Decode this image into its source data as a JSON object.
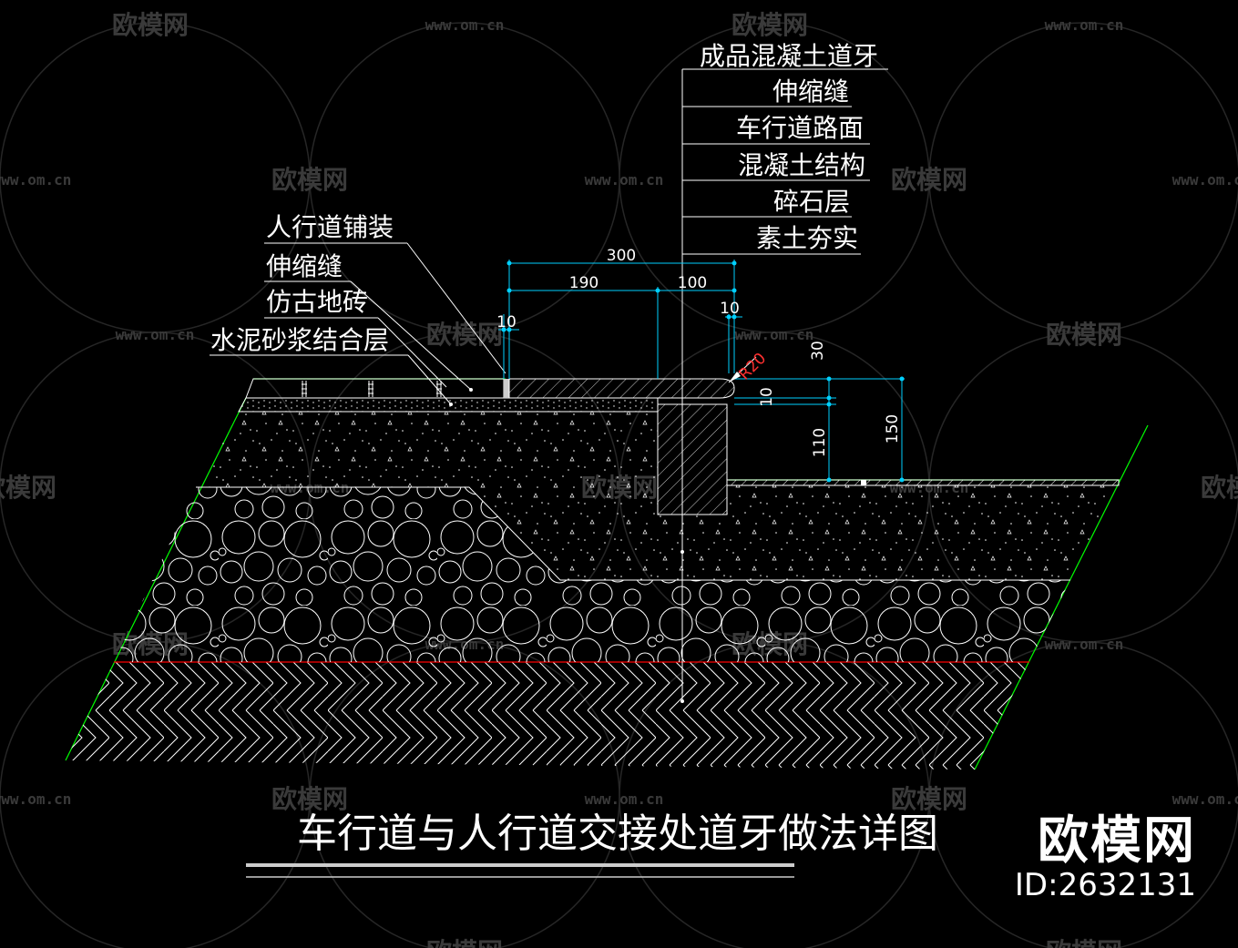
{
  "watermark": {
    "brand": "欧模网",
    "url": "www.om.cn"
  },
  "labels_right": [
    "成品混凝土道牙",
    "伸缩缝",
    "车行道路面",
    "混凝土结构",
    "碎石层",
    "素土夯实"
  ],
  "labels_left": [
    "人行道铺装",
    "伸缩缝",
    "仿古地砖",
    "水泥砂浆结合层"
  ],
  "dimensions": {
    "total_width": "300",
    "curb_top": "190",
    "curb_body": "100",
    "gap_left": "10",
    "gap_right": "10",
    "radius": "R20",
    "curb_height_30": "30",
    "step_10": "10",
    "reveal_110": "110",
    "reveal_150": "150"
  },
  "title": "车行道与人行道交接处道牙做法详图",
  "brand_overlay": {
    "name": "欧模网",
    "id": "ID:2632131"
  },
  "colors": {
    "background": "#000000",
    "linework": "#ffffff",
    "dimension": "#00d0ff",
    "boundary": "#00ff00",
    "baseline": "#ff0000",
    "watermark": "#3a3a3a"
  }
}
